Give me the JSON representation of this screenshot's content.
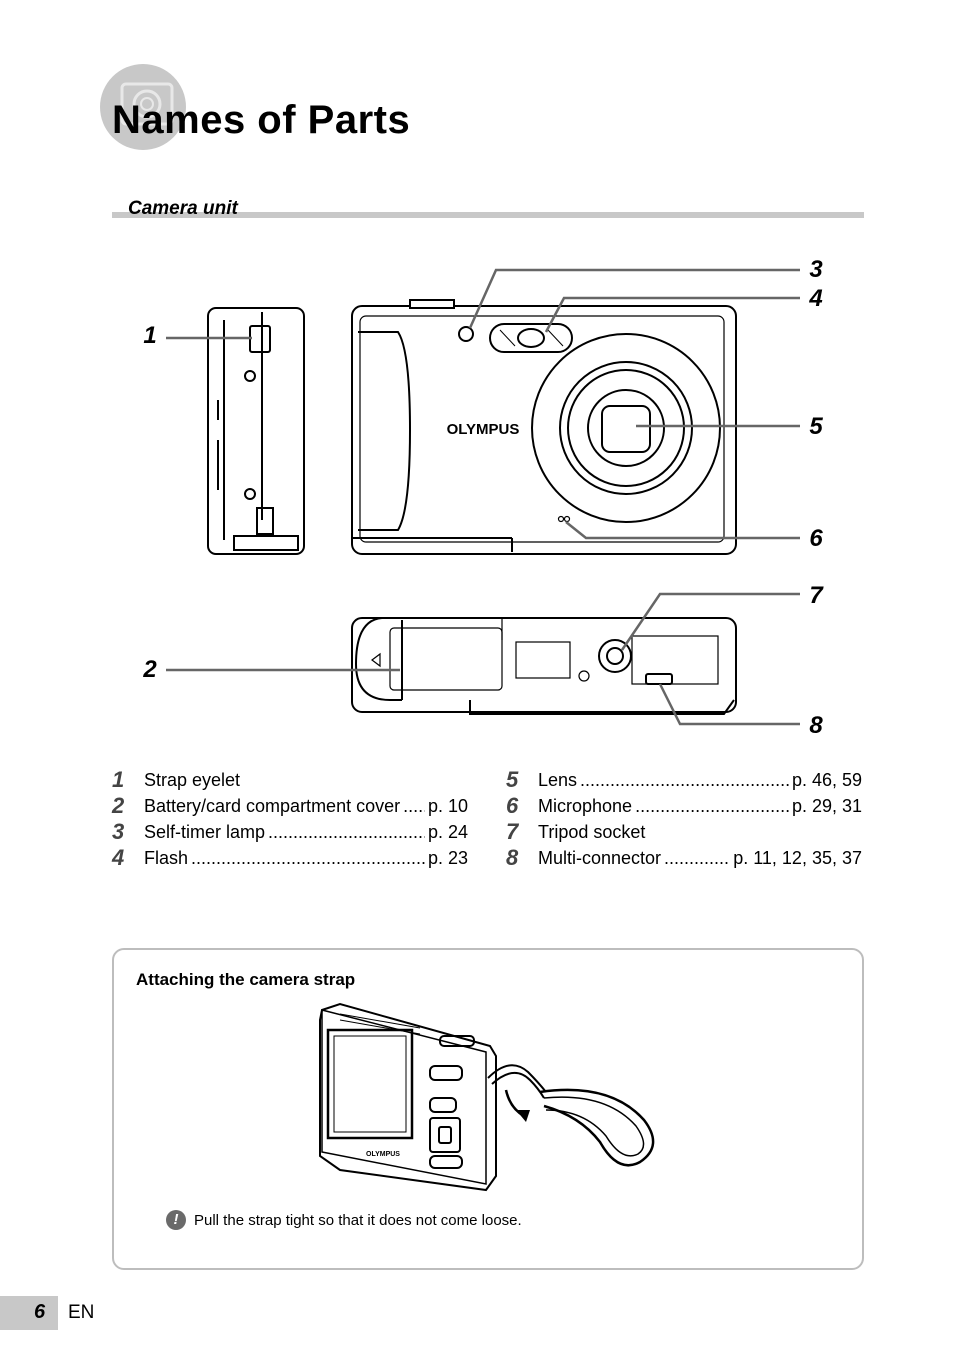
{
  "page": {
    "title": "Names of Parts",
    "section_title": "Camera unit",
    "brand": "OLYMPUS",
    "page_number": "6",
    "language": "EN"
  },
  "callouts": [
    "1",
    "2",
    "3",
    "4",
    "5",
    "6",
    "7",
    "8"
  ],
  "parts_left": [
    {
      "num": "1",
      "name": "Strap eyelet",
      "page": ""
    },
    {
      "num": "2",
      "name": "Battery/card compartment cover",
      "page": "p. 10"
    },
    {
      "num": "3",
      "name": "Self-timer lamp",
      "page": "p. 24"
    },
    {
      "num": "4",
      "name": "Flash",
      "page": "p. 23"
    }
  ],
  "parts_right": [
    {
      "num": "5",
      "name": "Lens",
      "page": "p. 46, 59"
    },
    {
      "num": "6",
      "name": "Microphone",
      "page": "p. 29, 31"
    },
    {
      "num": "7",
      "name": "Tripod socket",
      "page": ""
    },
    {
      "num": "8",
      "name": "Multi-connector",
      "page": "p. 11, 12, 35, 37"
    }
  ],
  "strap_box": {
    "title": "Attaching the camera strap",
    "note_icon": "!",
    "note": "Pull the strap tight so that it does not come loose."
  },
  "colors": {
    "accent_gray": "#c8c8c8",
    "box_border": "#bdbdbd",
    "leader_line": "#666666"
  }
}
